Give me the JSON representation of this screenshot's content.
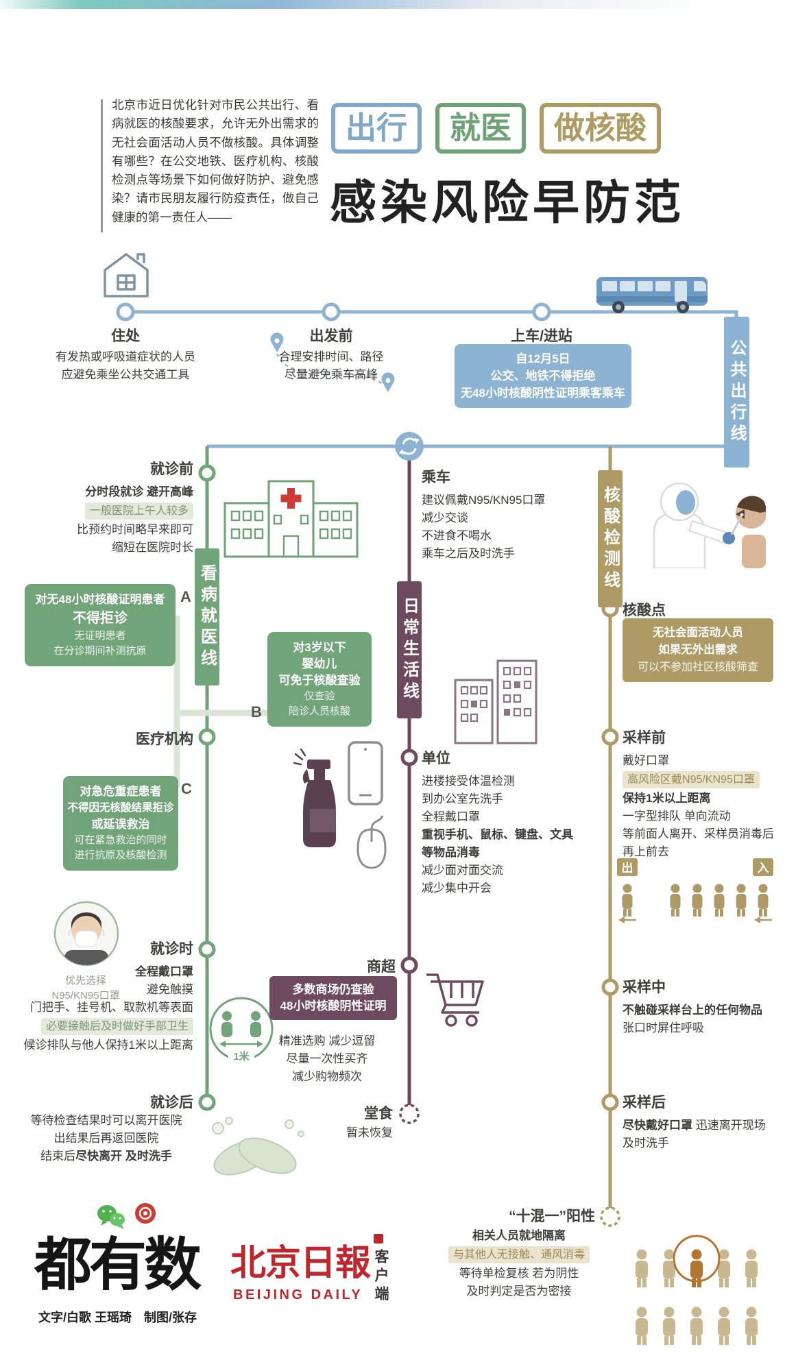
{
  "colors": {
    "transit_blue": "#8db3d2",
    "medical_green": "#72a479",
    "daily_purple": "#6e4a5e",
    "test_tan": "#ad9a64",
    "alert_red": "#cf3a32",
    "brand_red": "#c0272d",
    "text_dark": "#3a3a3a"
  },
  "intro": {
    "text": "北京市近日优化针对市民公共出行、看病就医的核酸要求，允许无外出需求的无社会面活动人员不做核酸。具体调整有哪些？在公交地铁、医疗机构、核酸检测点等场景下如何做好防护、避免感染？请市民朋友履行防疫责任，做自己健康的第一责任人——"
  },
  "header": {
    "badges": [
      "出行",
      "就医",
      "做核酸"
    ],
    "title": "感染风险早防范"
  },
  "transit": {
    "line_label": "公共出行线",
    "home": {
      "title": "住处",
      "lines": [
        "有发热或呼吸道症状的人员",
        "应避免乘坐公共交通工具"
      ]
    },
    "depart": {
      "title": "出发前",
      "lines": [
        "合理安排时间、路径",
        "尽量避免乘车高峰"
      ]
    },
    "board": {
      "title": "上车/进站",
      "box": [
        "自12月5日",
        "公交、地铁不得拒绝",
        "无48小时核酸阴性证明乘客乘车"
      ]
    }
  },
  "medical": {
    "line_label": "看病就医线",
    "pre": {
      "title": "就诊前",
      "bold": "分时段就诊 避开高峰",
      "hl": "一般医院上午人较多",
      "lines": [
        "比预约时间略早来即可",
        "缩短在医院时长"
      ]
    },
    "boxA": {
      "tag": "A",
      "bold": [
        "对无48小时核酸证明患者",
        "不得拒诊"
      ],
      "light": [
        "无证明患者",
        "在分诊期间补测抗原"
      ]
    },
    "org": {
      "title": "医疗机构"
    },
    "boxB": {
      "tag": "B",
      "bold": [
        "对3岁以下",
        "婴幼儿",
        "可免于核酸查验"
      ],
      "light": [
        "仅查验",
        "陪诊人员核酸"
      ]
    },
    "boxC": {
      "tag": "C",
      "bold": [
        "对急危重症患者",
        "不得因无核酸结果拒诊",
        "或延误救治"
      ],
      "light": [
        "可在紧急救治的同时",
        "进行抗原及核酸检测"
      ]
    },
    "mask_note": {
      "lines": [
        "优先选择",
        "N95/KN95口罩"
      ]
    },
    "during": {
      "title": "就诊时",
      "bold": "全程戴口罩",
      "lines": [
        "避免触摸",
        "门把手、挂号机、取款机等表面"
      ],
      "hl": "必要接触后及时做好手部卫生",
      "line_last": "候诊排队与他人保持1米以上距离",
      "distance_label": "1米"
    },
    "after": {
      "title": "就诊后",
      "lines": [
        "等待检查结果时可以离开医院",
        "出结果后再返回医院"
      ],
      "last_pre": "结束后",
      "last_bold": "尽快离开 及时洗手"
    }
  },
  "daily": {
    "line_label": "日常生活线",
    "ride": {
      "title": "乘车",
      "lines": [
        "建议佩戴N95/KN95口罩",
        "减少交谈",
        "不进食不喝水",
        "乘车之后及时洗手"
      ]
    },
    "office": {
      "title": "单位",
      "lines": [
        "进楼接受体温检测",
        "到办公室先洗手",
        "全程戴口罩"
      ],
      "bold": [
        "重视手机、鼠标、键盘、文具",
        "等物品消毒"
      ],
      "lines2": [
        "减少面对面交流",
        "减少集中开会"
      ]
    },
    "market": {
      "title": "商超",
      "box": [
        "多数商场仍查验",
        "48小时核酸阴性证明"
      ],
      "lines": [
        "精准选购 减少逗留",
        "尽量一次性买齐",
        "减少购物频次"
      ]
    },
    "dinein": {
      "title": "堂食",
      "note": "暂未恢复"
    }
  },
  "test": {
    "line_label": "核酸检测线",
    "site": {
      "title": "核酸点",
      "box": [
        "无社会面活动人员",
        "如果无外出需求",
        "可以不参加社区核酸筛查"
      ]
    },
    "before": {
      "title": "采样前",
      "line1": "戴好口罩",
      "hl": "高风险区戴N95/KN95口罩",
      "bold": "保持1米以上距离",
      "lines": [
        "一字型排队 单向流动",
        "等前面人离开、采样员消毒后",
        "再上前去"
      ],
      "exit_sign": "出",
      "enter_sign": "入"
    },
    "during": {
      "title": "采样中",
      "bold": "不触碰采样台上的任何物品",
      "line": "张口时屏住呼吸"
    },
    "after": {
      "title": "采样后",
      "bold": "尽快戴好口罩",
      "rest": "迅速离开现场",
      "line": "及时洗手"
    },
    "positive": {
      "title": "“十混一”阳性",
      "bold": "相关人员就地隔离",
      "hl": "与其他人无接触、通风消毒",
      "lines": [
        "等待单检复核 若为阴性",
        "及时判定是否为密接"
      ]
    }
  },
  "footer": {
    "logo_text": "都有数",
    "credits": "文字/白歌 王瑶琦　制图/张存",
    "paper_name": "北京日報",
    "paper_en": "BEIJING DAILY",
    "client_label": "客户端"
  },
  "icons": {
    "house-icon": "outlined house",
    "bus-icon": "blue city bus",
    "location-pin-icon": "map pin on dashed route",
    "transfer-icon": "circular arrows in blue circle",
    "hospital-icon": "green hospital building with red cross",
    "mask-avatar-icon": "person wearing N95 mask",
    "distance-1m-icon": "two people one meter apart",
    "handw ashing-icon": "hands with soap bubbles",
    "office-buildings-icon": "outlined office towers",
    "spray-bottle-icon": "disinfectant spray bottle",
    "phone-icon": "mobile phone outline",
    "mouse-icon": "computer mouse outline",
    "shopping-cart-icon": "shopping cart outline",
    "swab-test-icon": "sampler in PPE swabbing person",
    "queue-icon": "one-way queue with exit and entry signs",
    "crowd-icon": "crowd with one highlighted positive person",
    "wechat-icon": "wechat chat bubbles",
    "eye-logo-icon": "red round news logo",
    "seal-icon": "red calligraphy seal"
  }
}
